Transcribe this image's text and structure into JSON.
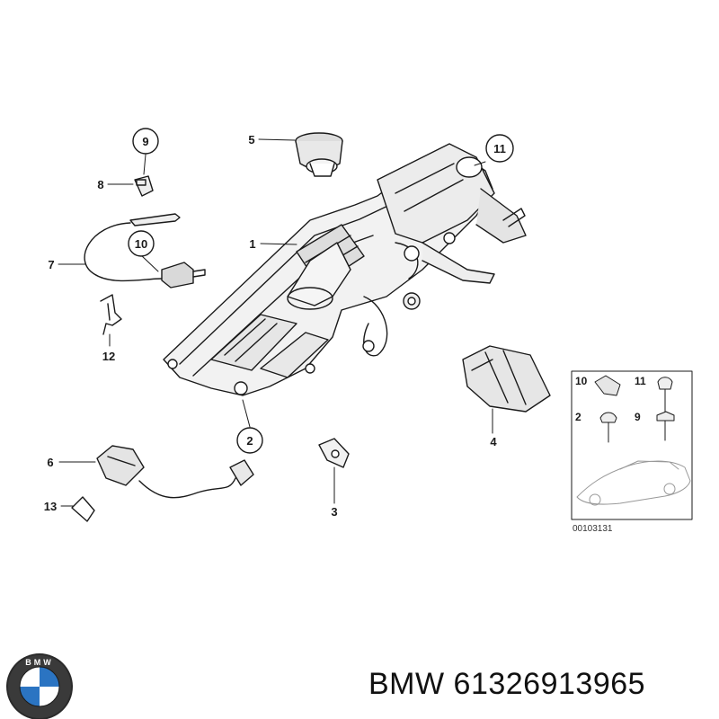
{
  "callouts": {
    "c1": "1",
    "c2": "2",
    "c3": "3",
    "c4": "4",
    "c5": "5",
    "c6": "6",
    "c7": "7",
    "c8": "8",
    "c9": "9",
    "c10": "10",
    "c11": "11",
    "c12": "12",
    "c13": "13"
  },
  "inset": {
    "labels": {
      "l10": "10",
      "l11": "11",
      "l2": "2",
      "l9": "9"
    },
    "code": "00103131"
  },
  "logo": {
    "letters": "BMW"
  },
  "footer": {
    "brand": "BMW",
    "part_number": "61326913965"
  }
}
